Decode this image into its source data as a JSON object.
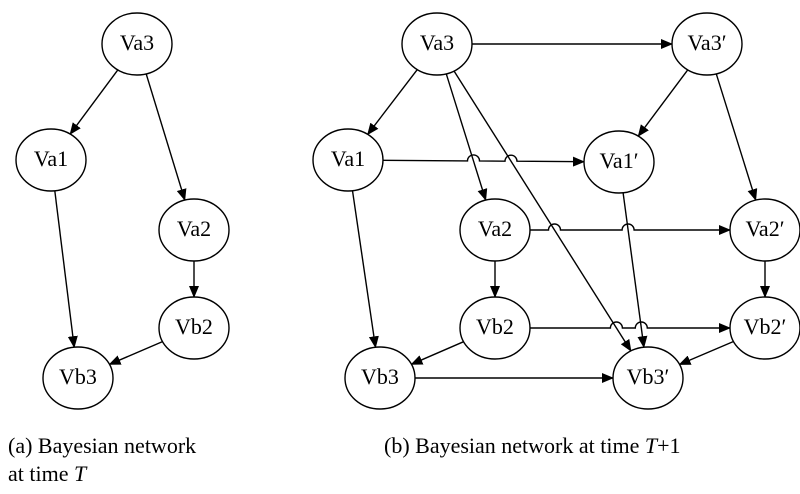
{
  "diagram_a": {
    "nodes": [
      {
        "id": "Va3",
        "label": "Va3"
      },
      {
        "id": "Va1",
        "label": "Va1"
      },
      {
        "id": "Va2",
        "label": "Va2"
      },
      {
        "id": "Vb2",
        "label": "Vb2"
      },
      {
        "id": "Vb3",
        "label": "Vb3"
      }
    ],
    "edges": [
      [
        "Va3",
        "Va1"
      ],
      [
        "Va3",
        "Va2"
      ],
      [
        "Va1",
        "Vb3"
      ],
      [
        "Va2",
        "Vb2"
      ],
      [
        "Vb2",
        "Vb3"
      ]
    ],
    "caption": {
      "line1": "(a) Bayesian network",
      "line2_prefix": "at time ",
      "line2_var": "T"
    }
  },
  "diagram_b": {
    "nodes": [
      {
        "id": "Va3",
        "label": "Va3"
      },
      {
        "id": "Va3p",
        "label": "Va3′"
      },
      {
        "id": "Va1",
        "label": "Va1"
      },
      {
        "id": "Va1p",
        "label": "Va1′"
      },
      {
        "id": "Va2",
        "label": "Va2"
      },
      {
        "id": "Va2p",
        "label": "Va2′"
      },
      {
        "id": "Vb2",
        "label": "Vb2"
      },
      {
        "id": "Vb2p",
        "label": "Vb2′"
      },
      {
        "id": "Vb3",
        "label": "Vb3"
      },
      {
        "id": "Vb3p",
        "label": "Vb3′"
      }
    ],
    "edges": [
      [
        "Va3",
        "Va3p"
      ],
      [
        "Va3",
        "Va1"
      ],
      [
        "Va3",
        "Va2"
      ],
      [
        "Va3",
        "Vb3p"
      ],
      [
        "Va3p",
        "Va1p"
      ],
      [
        "Va3p",
        "Va2p"
      ],
      [
        "Va1",
        "Va1p"
      ],
      [
        "Va1",
        "Vb3"
      ],
      [
        "Va1p",
        "Vb3p"
      ],
      [
        "Va2",
        "Va2p"
      ],
      [
        "Va2",
        "Vb2"
      ],
      [
        "Va2p",
        "Vb2p"
      ],
      [
        "Vb2",
        "Vb2p"
      ],
      [
        "Vb2",
        "Vb3"
      ],
      [
        "Vb2p",
        "Vb3p"
      ],
      [
        "Vb3",
        "Vb3p"
      ]
    ],
    "caption": {
      "prefix": "(b) Bayesian network at time ",
      "var": "T",
      "suffix": "+1"
    }
  }
}
